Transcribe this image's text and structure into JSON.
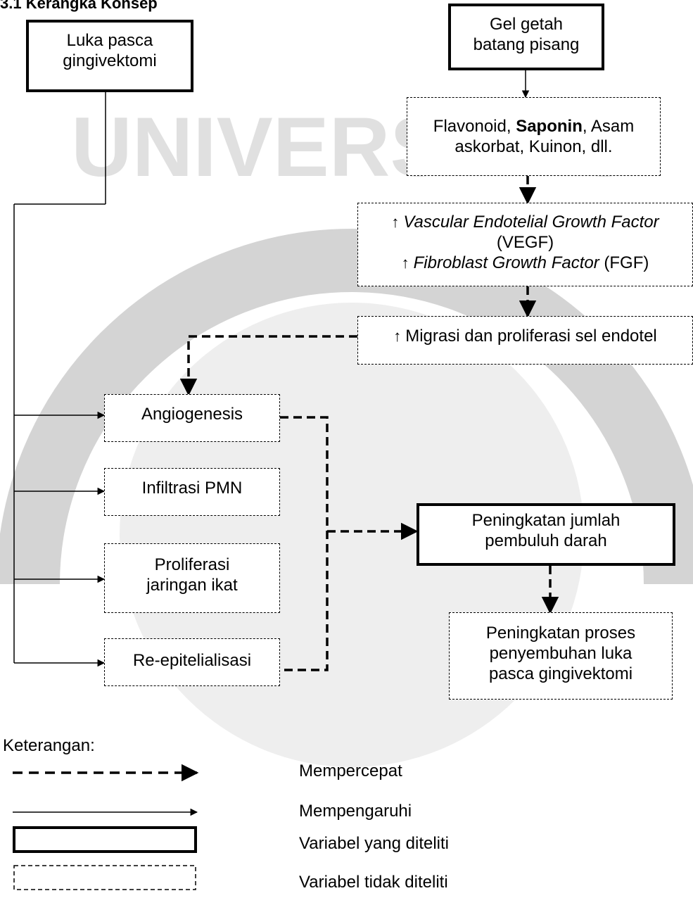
{
  "title": "3.1 Kerangka Konsep",
  "watermark": {
    "text": "UNIVERSITAS",
    "color": "#c8c8c8"
  },
  "nodes": {
    "luka": "Luka pasca gingivektomi",
    "gel": "Gel getah batang pisang",
    "flavonoid": {
      "part1": "Flavonoid, ",
      "bold": "Saponin",
      "part2": ", Asam askorbat, Kuinon, dll."
    },
    "vegf_italic": "Vascular Endotelial Growth Factor",
    "vegf_abbr": "(VEGF)",
    "fgf_italic": "Fibroblast Growth Factor",
    "fgf_abbr": " (FGF)",
    "up_arrow": "↑",
    "migrasi": "Migrasi dan proliferasi sel endotel",
    "angiogenesis": "Angiogenesis",
    "infiltrasi": "Infiltrasi PMN",
    "proliferasi": "Proliferasi jaringan ikat",
    "reepitel": "Re-epitelialisasi",
    "peningkatan_pembuluh": "Peningkatan jumlah pembuluh darah",
    "peningkatan_proses": "Peningkatan proses penyembuhan luka pasca gingivektomi"
  },
  "legend": {
    "heading": "Keterangan:",
    "dashed_arrow": "Mempercepat",
    "solid_arrow": "Mempengaruhi",
    "solid_box": "Variabel yang diteliti",
    "dashed_box": "Variabel tidak diteliti"
  }
}
